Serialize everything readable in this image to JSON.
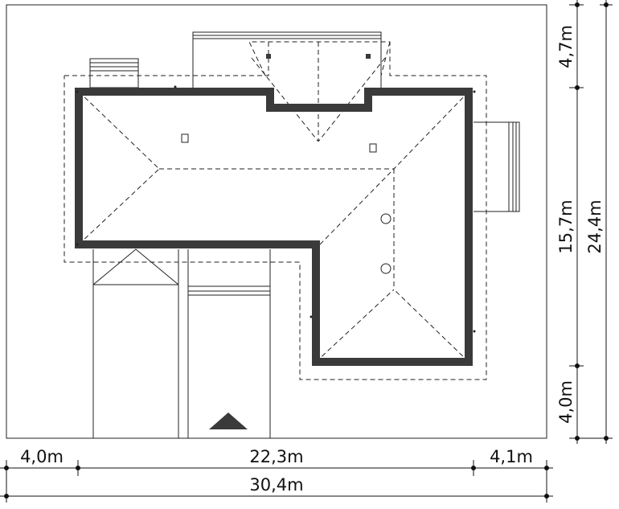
{
  "dimensions": {
    "horizontal": {
      "left_setback": "4,0m",
      "building_width": "22,3m",
      "right_setback": "4,1m",
      "total_width": "30,4m"
    },
    "vertical": {
      "top_setback": "4,7m",
      "building_depth": "15,7m",
      "bottom_setback": "4,0m",
      "total_depth": "24,4m"
    }
  },
  "colors": {
    "wall": "#3a3a3a",
    "line": "#111111",
    "background": "#ffffff"
  },
  "icons": {
    "entrance": "north-arrow-triangle"
  }
}
